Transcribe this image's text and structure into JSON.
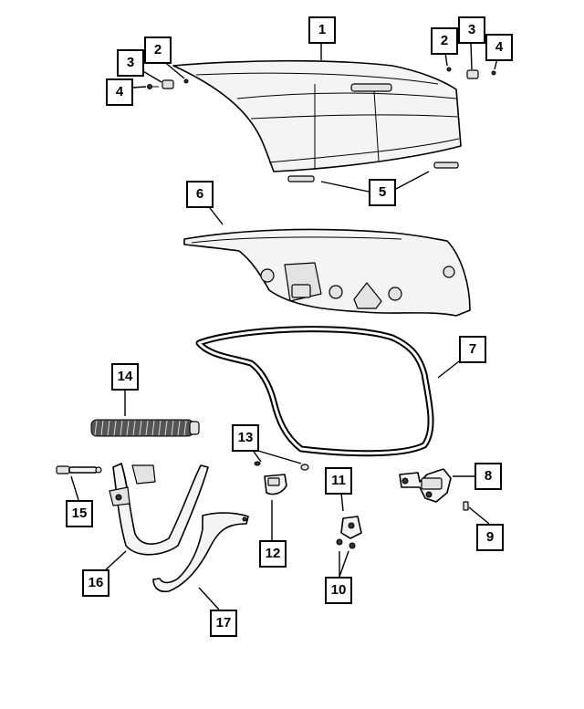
{
  "diagram": {
    "callouts": [
      {
        "id": "c1",
        "label": "1"
      },
      {
        "id": "c2a",
        "label": "2"
      },
      {
        "id": "c2b",
        "label": "2"
      },
      {
        "id": "c3a",
        "label": "3"
      },
      {
        "id": "c3b",
        "label": "3"
      },
      {
        "id": "c4a",
        "label": "4"
      },
      {
        "id": "c4b",
        "label": "4"
      },
      {
        "id": "c5",
        "label": "5"
      },
      {
        "id": "c6",
        "label": "6"
      },
      {
        "id": "c7",
        "label": "7"
      },
      {
        "id": "c8",
        "label": "8"
      },
      {
        "id": "c9",
        "label": "9"
      },
      {
        "id": "c10",
        "label": "10"
      },
      {
        "id": "c11",
        "label": "11"
      },
      {
        "id": "c12",
        "label": "12"
      },
      {
        "id": "c13",
        "label": "13"
      },
      {
        "id": "c14",
        "label": "14"
      },
      {
        "id": "c15",
        "label": "15"
      },
      {
        "id": "c16",
        "label": "16"
      },
      {
        "id": "c17",
        "label": "17"
      }
    ]
  }
}
